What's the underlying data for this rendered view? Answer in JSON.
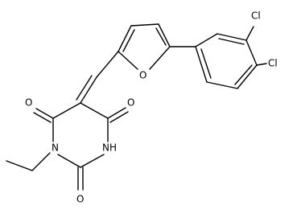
{
  "atom_labels": {
    "cl1": "Cl",
    "cl2": "Cl",
    "o_furan": "O",
    "o_c4": "O",
    "o_c6": "O",
    "o_c2": "O",
    "nh": "NH",
    "n1": "N"
  },
  "colors": {
    "bond": "#000000",
    "label": "#000000",
    "background": "#ffffff"
  }
}
